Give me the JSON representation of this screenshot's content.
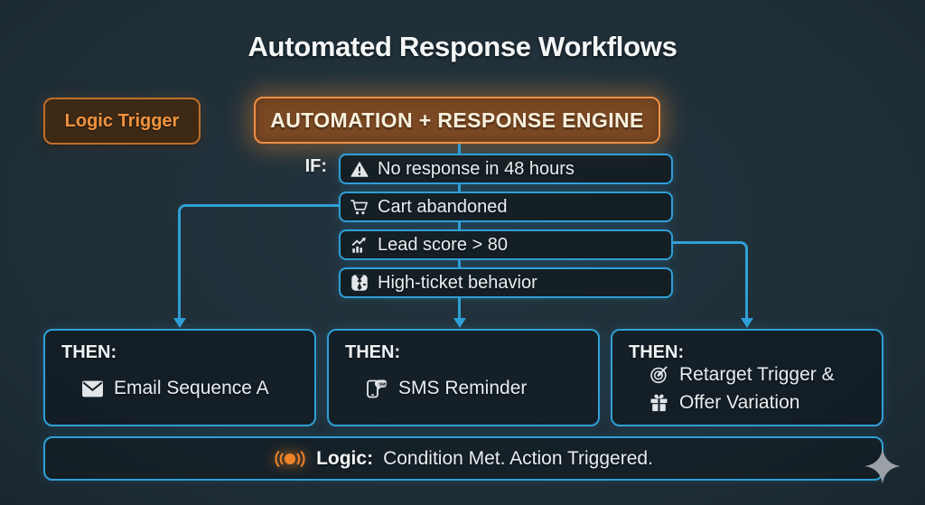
{
  "title": "Automated Response Workflows",
  "badges": {
    "logic_trigger": "Logic Trigger"
  },
  "engine": {
    "label": "AUTOMATION + RESPONSE ENGINE"
  },
  "if_section": {
    "label": "IF:",
    "conditions": [
      {
        "icon": "warning-icon",
        "label": "No response in 48 hours"
      },
      {
        "icon": "cart-icon",
        "label": "Cart abandoned"
      },
      {
        "icon": "chart-up-icon",
        "label": "Lead score > 80"
      },
      {
        "icon": "shirt-tie-icon",
        "label": "High-ticket behavior"
      }
    ]
  },
  "then_boxes": [
    {
      "label": "THEN:",
      "lines": [
        {
          "icon": "envelope-icon",
          "text": "Email Sequence A"
        }
      ]
    },
    {
      "label": "THEN:",
      "lines": [
        {
          "icon": "sms-phone-icon",
          "text": "SMS Reminder"
        }
      ]
    },
    {
      "label": "THEN:",
      "lines": [
        {
          "icon": "target-icon",
          "text": "Retarget Trigger &"
        },
        {
          "icon": "gift-icon",
          "text": "Offer Variation"
        }
      ]
    }
  ],
  "footer": {
    "icon": "pulse-icon",
    "bold": "Logic:",
    "text": "Condition Met. Action Triggered."
  },
  "decor": {
    "corner_icon": "sparkle-icon"
  },
  "colors": {
    "background": "#1e2c35",
    "accent_orange": "#ef8f45",
    "trigger_text": "#f0933f",
    "engine_fill": "#7a4823",
    "engine_text": "#f7f0dc",
    "accent_blue": "#2f9fd6",
    "box_fill": "#141f27",
    "text": "#e9edf0",
    "pulse_orange": "#f28427",
    "sparkle_gray": "#9ba1a7"
  }
}
